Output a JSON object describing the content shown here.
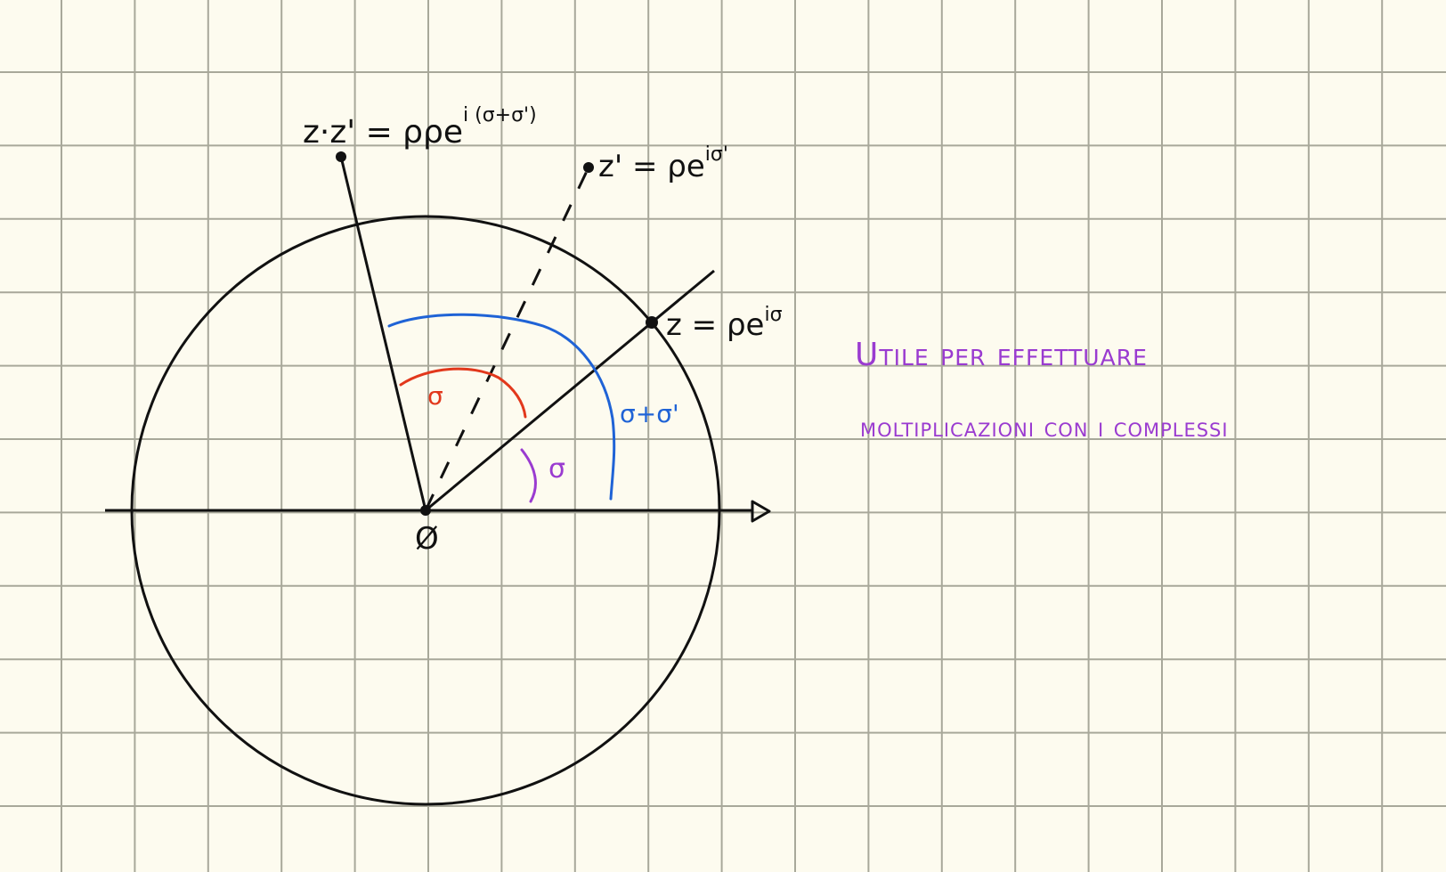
{
  "diagram": {
    "origin_label": "Ø",
    "z_label": {
      "base": "z = ρe",
      "exp": "iσ"
    },
    "zprime_label": {
      "base": "z' = ρe",
      "exp": "iσ'"
    },
    "product_label": {
      "base": "z·z' = ρρe",
      "exp": "i (σ+σ')"
    },
    "angle_sigma_purple": "σ",
    "angle_sigma_red": "σ",
    "angle_sum_blue": "σ+σ'"
  },
  "notes": {
    "line1": "Utile per effettuare",
    "line2": "moltiplicazioni con i complessi"
  },
  "colors": {
    "background": "#fdfbef",
    "grid": "#a8a89a",
    "ink": "#111111",
    "red": "#e2381c",
    "blue": "#1f63d6",
    "purple": "#9a3bd0"
  }
}
